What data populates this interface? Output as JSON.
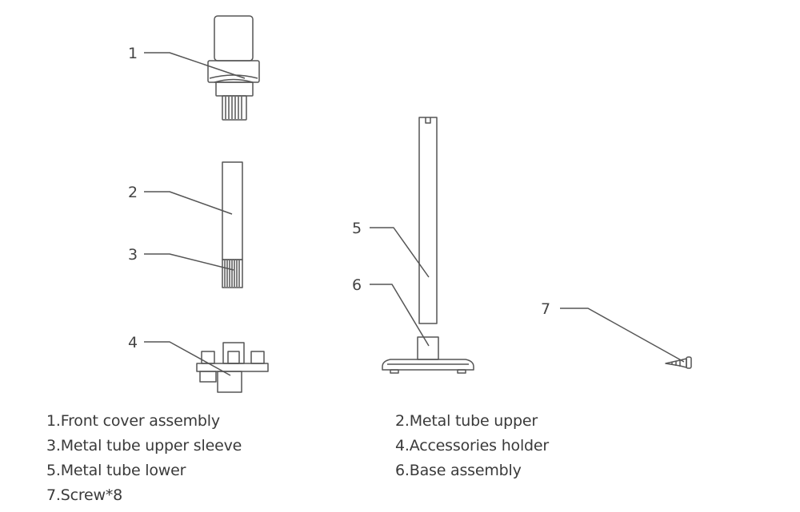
{
  "callouts": [
    "1",
    "2",
    "3",
    "4",
    "5",
    "6",
    "7"
  ],
  "legend": [
    "1.Front cover assembly",
    "2.Metal tube upper",
    "3.Metal tube upper sleeve",
    "4.Accessories holder",
    "5.Metal tube lower",
    "6.Base assembly",
    "7.Screw*8"
  ],
  "colors": {
    "line": "#555555",
    "text": "#3a3a3a"
  }
}
